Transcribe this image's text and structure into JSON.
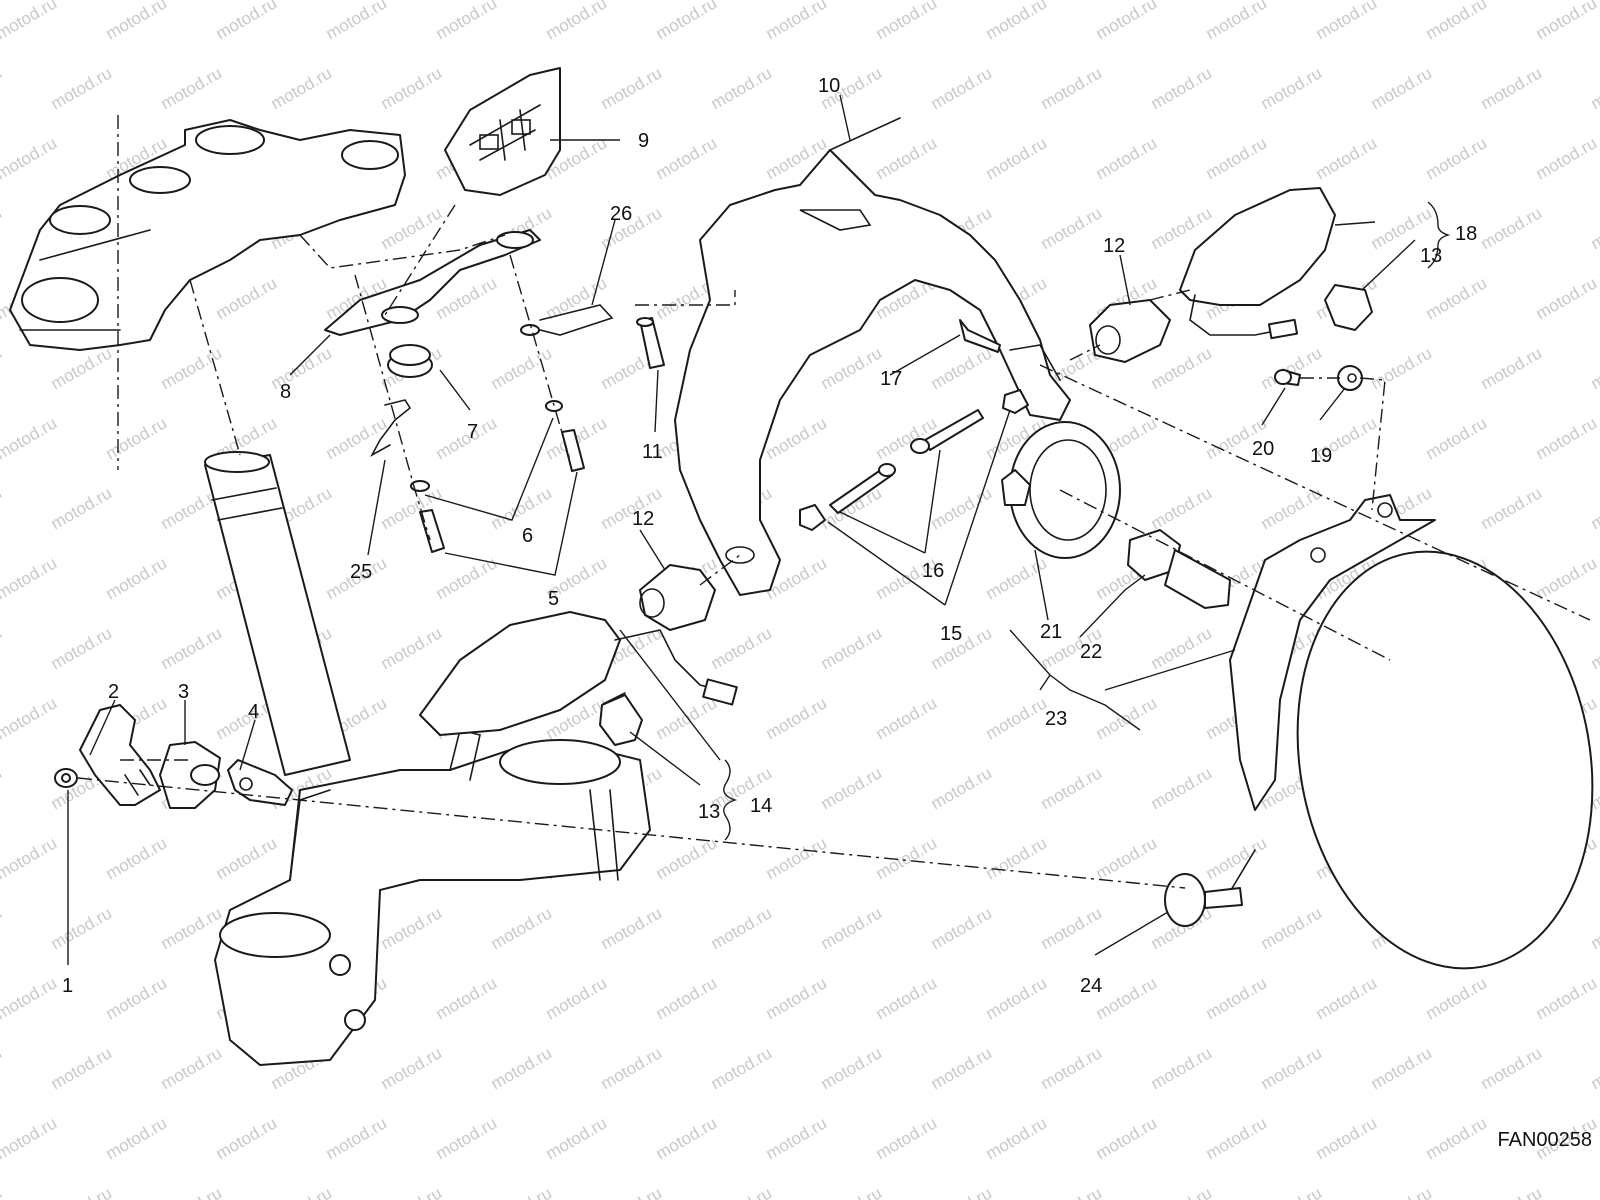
{
  "watermark_text": "motod.ru",
  "drawing_code": "FAN00258",
  "callouts": [
    "1",
    "2",
    "3",
    "4",
    "5",
    "6",
    "7",
    "8",
    "9",
    "10",
    "11",
    "12",
    "12",
    "13",
    "13",
    "14",
    "15",
    "16",
    "17",
    "18",
    "19",
    "20",
    "21",
    "22",
    "23",
    "24",
    "25",
    "26"
  ]
}
